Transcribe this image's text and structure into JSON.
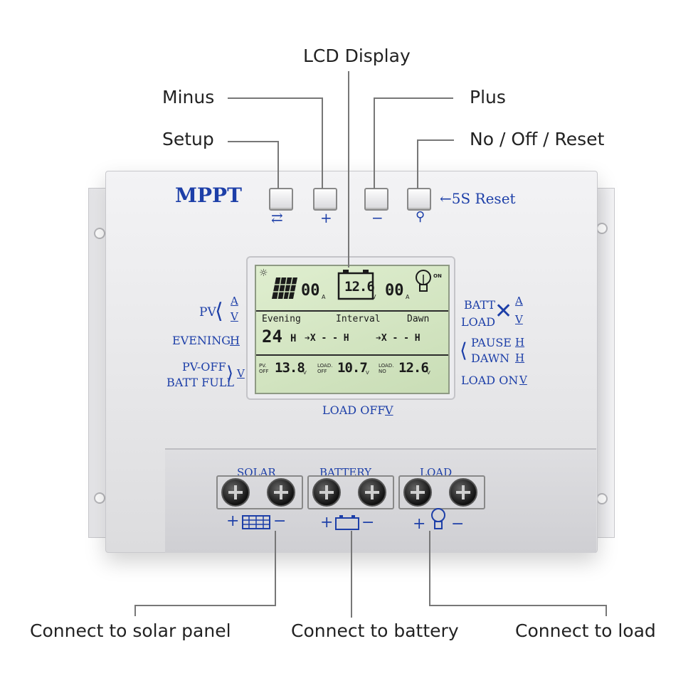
{
  "callouts": {
    "lcd_display": "LCD Display",
    "minus": "Minus",
    "plus": "Plus",
    "setup": "Setup",
    "no_off_reset": "No / Off / Reset",
    "connect_solar": "Connect to solar panel",
    "connect_battery": "Connect to battery",
    "connect_load": "Connect to load"
  },
  "device": {
    "brand": "MPPT",
    "reset_note": "←5S Reset",
    "button_symbols": [
      "⇄",
      "+",
      "−",
      "⚲"
    ],
    "left_labels": {
      "pv": "PV",
      "pv_a": "A",
      "pv_v": "V",
      "evening": "EVENING",
      "evening_unit": "H",
      "pv_off": "PV-OFF",
      "batt_full": "BATT FULL",
      "pvoff_unit": "V"
    },
    "right_labels": {
      "batt": "BATT",
      "load": "LOAD",
      "a": "A",
      "v": "V",
      "pause": "PAUSE",
      "dawn": "DAWN",
      "h": "H",
      "load_on": "LOAD ON",
      "load_on_unit": "V"
    },
    "load_off": "LOAD OFF",
    "load_off_unit": "V",
    "lcd": {
      "pv_current": "00",
      "battery_voltage": "12.6",
      "load_current": "00",
      "unit_a": "A",
      "unit_v": "V",
      "on": "ON",
      "evening": "Evening",
      "interval": "Interval",
      "dawn": "Dawn",
      "evening_hours": "24",
      "hours_unit": "H",
      "interval_value": "➔X - - H",
      "dawn_value": "➔X - - H",
      "pv_off_label": "PV. OFF",
      "pv_off_value": "13.8",
      "load_off_label": "LOAD. OFF",
      "load_off_value": "10.7",
      "load_on_label": "LOAD. NO",
      "load_on_value": "12.6"
    },
    "terminals": {
      "solar": "SOLAR",
      "battery": "BATTERY",
      "load": "LOAD",
      "plus": "+",
      "minus": "−"
    }
  },
  "colors": {
    "label_blue": "#1d3fa8",
    "callout_line": "#777777"
  }
}
